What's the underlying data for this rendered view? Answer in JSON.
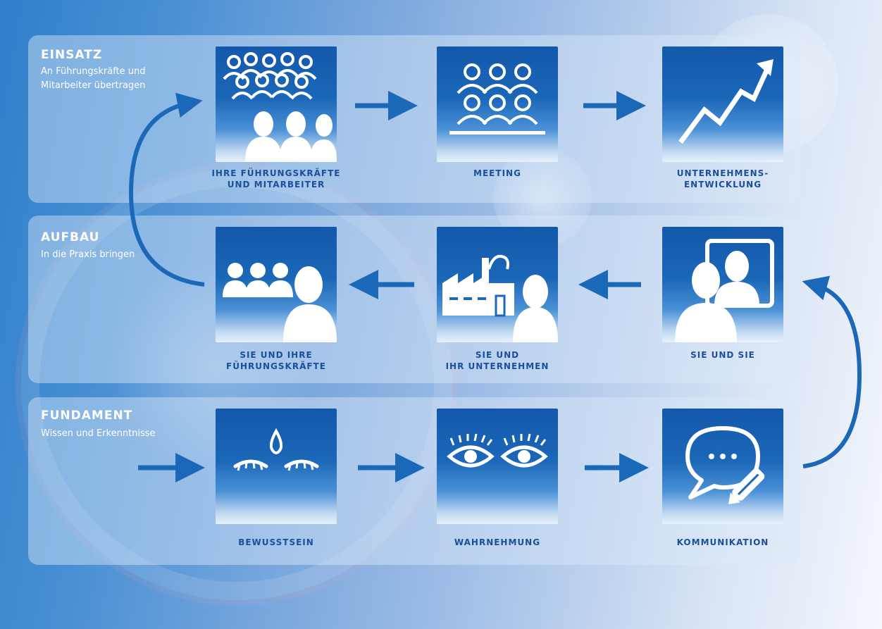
{
  "colors": {
    "tile_dark": "#1458ab",
    "caption": "#1a4f9c",
    "arrow": "#1c68b8",
    "band_text": "#ffffff"
  },
  "bands": [
    {
      "title": "EINSATZ",
      "subtitle": "An Führungskräfte und\nMitarbeiter übertragen"
    },
    {
      "title": "AUFBAU",
      "subtitle": "In die Praxis bringen"
    },
    {
      "title": "FUNDAMENT",
      "subtitle": "Wissen und Erkenntnisse"
    }
  ],
  "tiles": {
    "row1": [
      {
        "label": "IHRE FÜHRUNGSKRÄFTE\nUND MITARBEITER",
        "icon": "crowd-people-icon"
      },
      {
        "label": "MEETING",
        "icon": "meeting-group-icon"
      },
      {
        "label": "UNTERNEHMENS-\nENTWICKLUNG",
        "icon": "growth-chart-arrow-icon"
      }
    ],
    "row2": [
      {
        "label": "SIE UND IHRE\nFÜHRUNGSKRÄFTE",
        "icon": "leader-with-team-icon"
      },
      {
        "label": "SIE UND\nIHR UNTERNEHMEN",
        "icon": "factory-person-icon"
      },
      {
        "label": "SIE UND SIE",
        "icon": "person-mirror-icon"
      }
    ],
    "row3": [
      {
        "label": "BEWUSSTSEIN",
        "icon": "closed-eyes-drop-icon"
      },
      {
        "label": "WAHRNEHMUNG",
        "icon": "open-eyes-icon"
      },
      {
        "label": "KOMMUNIKATION",
        "icon": "speech-bubble-pen-icon"
      }
    ]
  }
}
